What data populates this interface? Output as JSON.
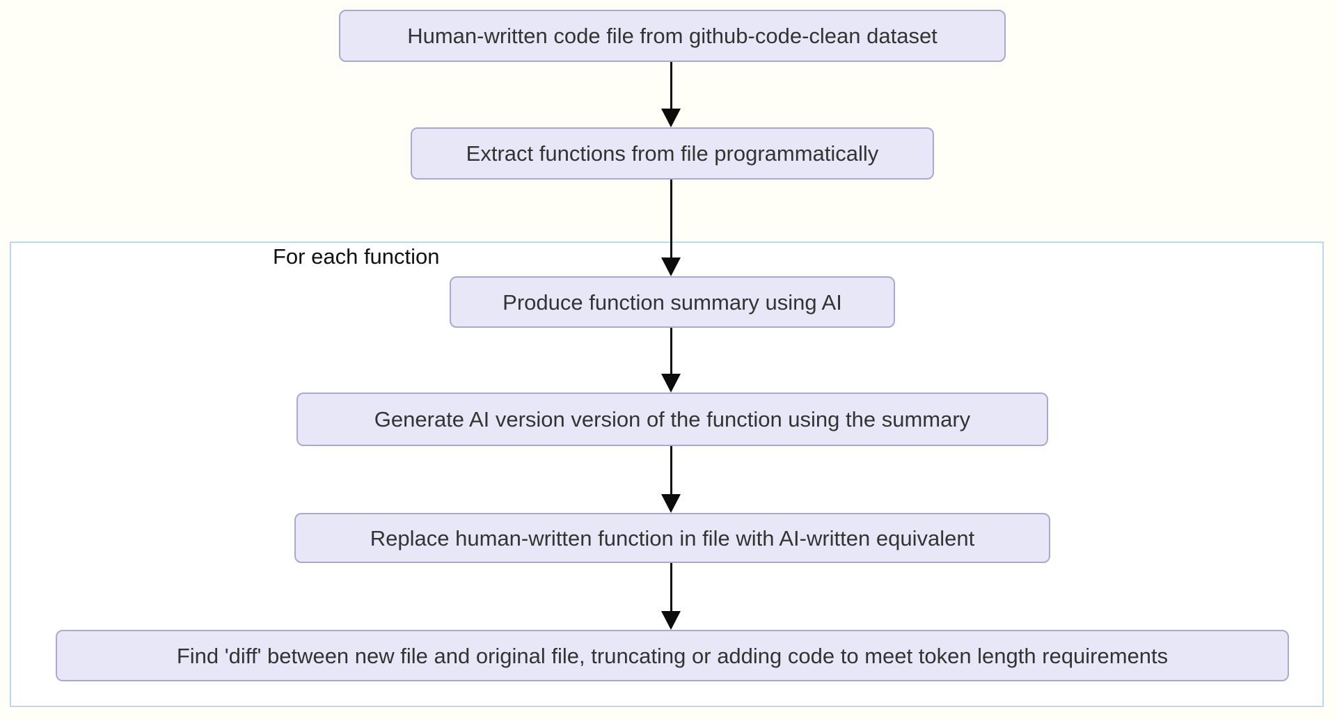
{
  "colors": {
    "page_bg": "#fffef7",
    "node_fill": "#e8e7f8",
    "node_border": "#a9a8ce",
    "node_text": "#333333",
    "cluster_fill": "#ffffff",
    "cluster_border": "#bcd9ec",
    "arrow": "#0c0c0c",
    "group_text": "#111111"
  },
  "diagram": {
    "type": "flowchart",
    "direction": "top-down",
    "group": {
      "label": "For each function",
      "contains_nodes": [
        2,
        3,
        4,
        5
      ]
    },
    "nodes": [
      {
        "label": "Human-written code file from github-code-clean dataset"
      },
      {
        "label": "Extract functions from file programmatically"
      },
      {
        "label": "Produce function summary using AI"
      },
      {
        "label": "Generate AI version version of the function using the summary"
      },
      {
        "label": "Replace human-written function in file with AI-written equivalent"
      },
      {
        "label": "Find 'diff' between new file and original file, truncating or adding code to meet token length requirements"
      }
    ],
    "edges": [
      {
        "from": 0,
        "to": 1
      },
      {
        "from": 1,
        "to": 2
      },
      {
        "from": 2,
        "to": 3
      },
      {
        "from": 3,
        "to": 4
      },
      {
        "from": 4,
        "to": 5
      }
    ]
  }
}
